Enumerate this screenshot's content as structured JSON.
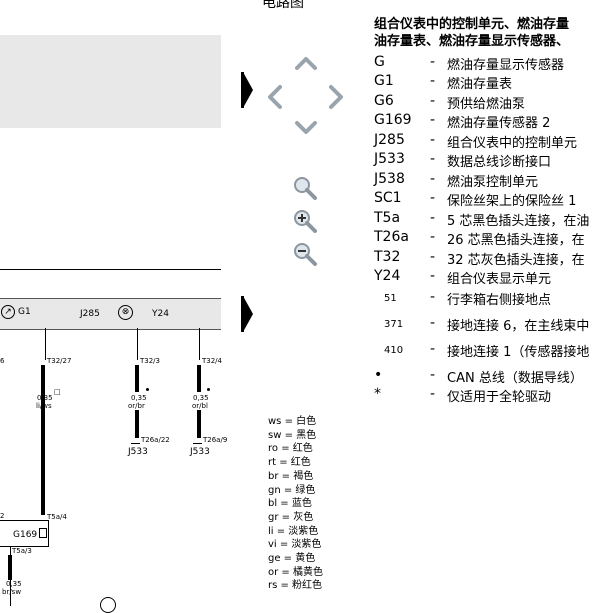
{
  "header": {
    "title_fragment": "电路图"
  },
  "diagram": {
    "components": {
      "g1": "G1",
      "j285": "J285",
      "y24": "Y24",
      "g169": "G169"
    },
    "terminals": {
      "t32_27": "T32/27",
      "t32_3": "T32/3",
      "t32_4": "T32/4",
      "t26a_22": "T26a/22",
      "t26a_9": "T26a/9",
      "t5a_4": "T5a/4",
      "t5a_3": "T5a/3"
    },
    "wires": {
      "w1": {
        "size": "0,35",
        "color": "li/ws"
      },
      "w2": {
        "size": "0,35",
        "color": "or/br"
      },
      "w3": {
        "size": "0,35",
        "color": "or/bl"
      },
      "w4": {
        "size": "0,35",
        "color": "br/sw"
      }
    },
    "connectors": {
      "j533_a": "J533",
      "j533_b": "J533"
    },
    "left_edge_labels": {
      "six": "6",
      "two": "2"
    }
  },
  "colors_legend": [
    "ws = 白色",
    "sw = 黑色",
    "ro = 红色",
    "rt = 红色",
    "br = 褐色",
    "gn = 绿色",
    "bl = 蓝色",
    "gr = 灰色",
    "li = 淡紫色",
    "vi = 淡紫色",
    "ge = 黄色",
    "or = 橘黄色",
    "rs = 粉红色"
  ],
  "legend": {
    "title_line1": "组合仪表中的控制单元、燃油存量",
    "title_line2": "油存量表、燃油存量显示传感器、",
    "items": [
      {
        "code": "G",
        "dash": "-",
        "desc": "燃油存量显示传感器"
      },
      {
        "code": "G1",
        "dash": "-",
        "desc": "燃油存量表"
      },
      {
        "code": "G6",
        "dash": "-",
        "desc": "预供给燃油泵"
      },
      {
        "code": "G169",
        "dash": "-",
        "desc": "燃油存量传感器 2"
      },
      {
        "code": "J285",
        "dash": "-",
        "desc": "组合仪表中的控制单元"
      },
      {
        "code": "J533",
        "dash": "-",
        "desc": "数据总线诊断接口"
      },
      {
        "code": "J538",
        "dash": "-",
        "desc": "燃油泵控制单元"
      },
      {
        "code": "SC1",
        "dash": "-",
        "desc": "保险丝架上的保险丝 1"
      },
      {
        "code": "T5a",
        "dash": "-",
        "desc": "5 芯黑色插头连接，在油"
      },
      {
        "code": "T26a",
        "dash": "-",
        "desc": "26 芯黑色插头连接，在"
      },
      {
        "code": "T32",
        "dash": "-",
        "desc": "32 芯灰色插头连接，在"
      },
      {
        "code": "Y24",
        "dash": "-",
        "desc": "组合仪表显示单元"
      },
      {
        "code": "51",
        "dash": "-",
        "desc": "行李箱右侧接地点"
      },
      {
        "code": "371",
        "dash": "-",
        "desc": "接地连接 6，在主线束中"
      },
      {
        "code": "410",
        "dash": "-",
        "desc": "接地连接 1（传感器接地"
      },
      {
        "code": "•",
        "dash": "-",
        "desc": "CAN 总线（数据导线）"
      },
      {
        "code": "*",
        "dash": "-",
        "desc": "仅适用于全轮驱动"
      }
    ]
  }
}
